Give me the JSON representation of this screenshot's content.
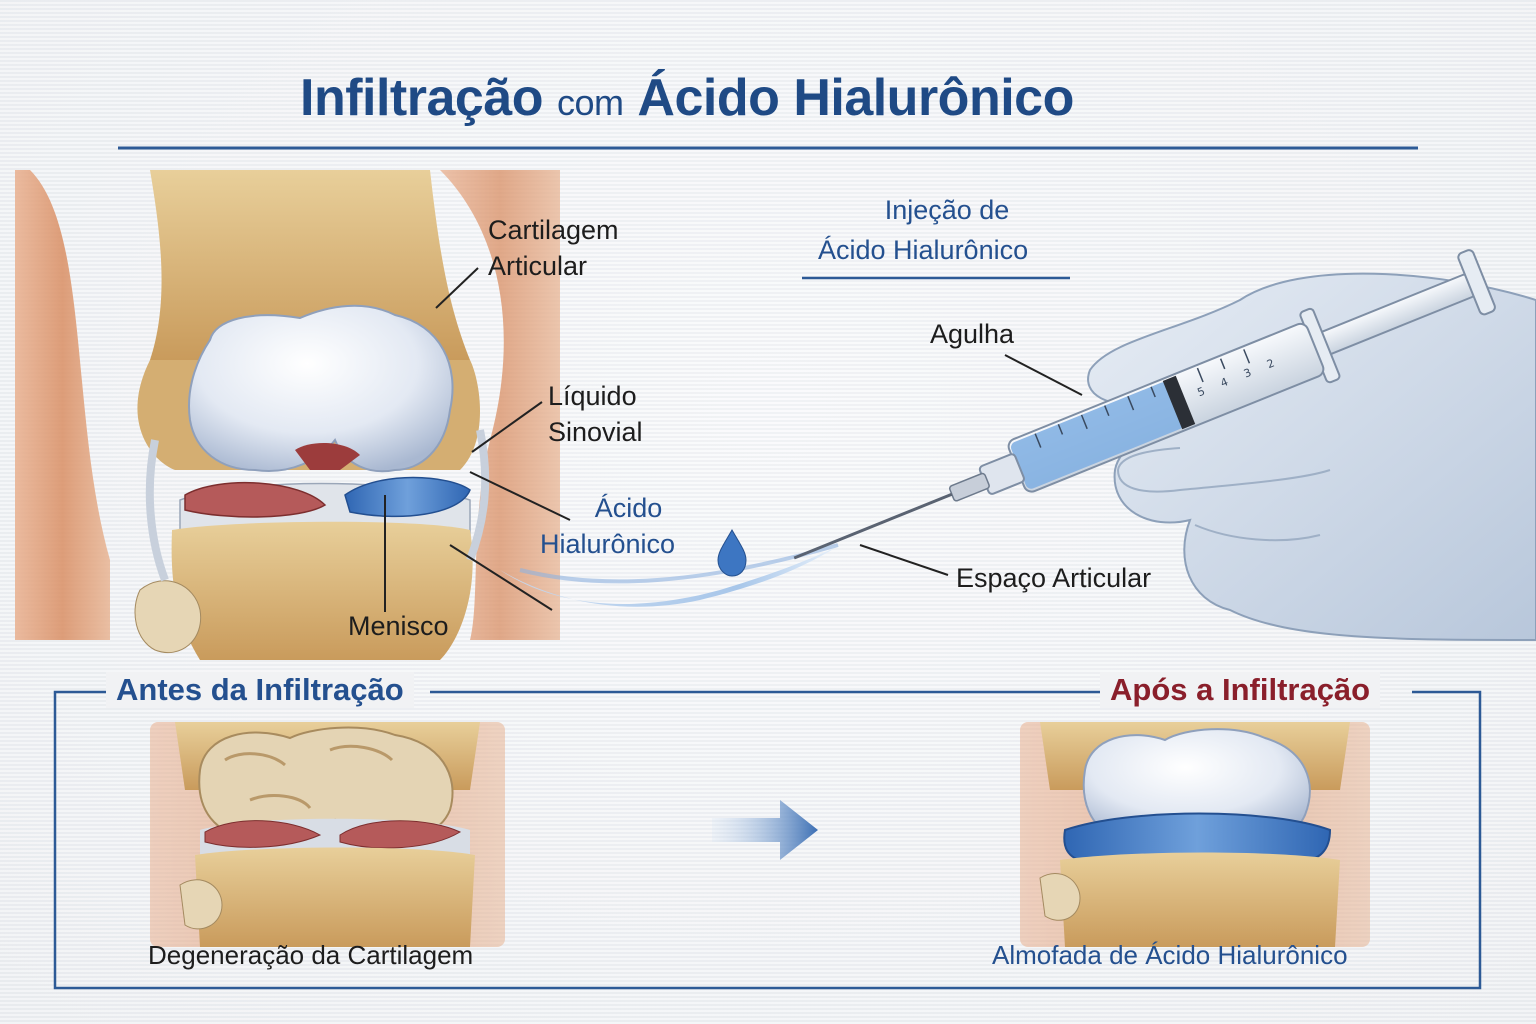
{
  "title": {
    "main": "Infiltração",
    "connector": "com",
    "rest": "Ácido Hialurônico"
  },
  "injection_heading": {
    "line1": "Injeção de",
    "line2": "Ácido Hialurônico"
  },
  "labels": {
    "cartilage": {
      "line1": "Cartilagem",
      "line2": "Articular"
    },
    "synovial": {
      "line1": "Líquido",
      "line2": "Sinovial"
    },
    "hyaluronic": {
      "line1": "Ácido",
      "line2": "Hialurônico"
    },
    "meniscus": "Menisco",
    "needle": "Agulha",
    "joint_space": "Espaço Articular"
  },
  "before": {
    "heading": "Antes da Infiltração",
    "caption": "Degeneração da Cartilagem"
  },
  "after": {
    "heading": "Após a Infiltração",
    "caption": "Almofada de Ácido Hialurônico"
  },
  "syringe_scale": [
    "5",
    "4",
    "3",
    "2"
  ],
  "colors": {
    "title_blue": "#1f4a85",
    "accent_red": "#8a1f2b",
    "gel_blue": "#4f86c6",
    "bone": "#d8b77e",
    "cartilage": "#dfe6f1"
  }
}
